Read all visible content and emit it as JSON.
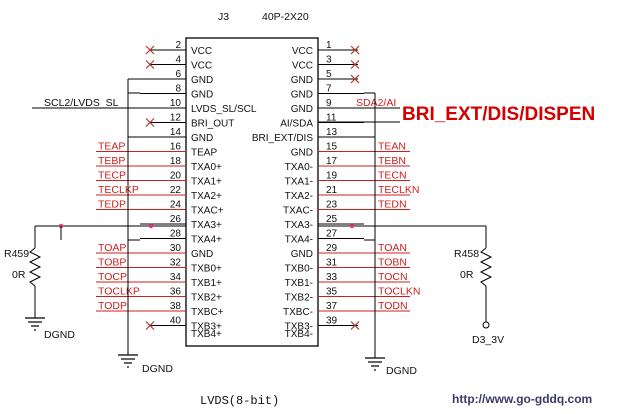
{
  "connector": {
    "ref": "J3",
    "part": "40P-2X20",
    "left_pins": [
      {
        "num": "2",
        "name": "VCC",
        "net": "",
        "nc": true
      },
      {
        "num": "4",
        "name": "VCC",
        "net": "",
        "nc": true
      },
      {
        "num": "6",
        "name": "GND",
        "net": "",
        "nc": false
      },
      {
        "num": "8",
        "name": "GND",
        "net": "",
        "nc": false
      },
      {
        "num": "10",
        "name": "LVDS_SL/SCL",
        "net": "SCL2/LVDS_SL",
        "nc": false
      },
      {
        "num": "12",
        "name": "BRI_OUT",
        "net": "",
        "nc": true
      },
      {
        "num": "14",
        "name": "GND",
        "net": "",
        "nc": false
      },
      {
        "num": "16",
        "name": "TEAP",
        "net": "TEAP",
        "nc": false
      },
      {
        "num": "18",
        "name": "TXA0+",
        "net": "TEBP",
        "nc": false
      },
      {
        "num": "20",
        "name": "TXA1+",
        "net": "TECP",
        "nc": false
      },
      {
        "num": "22",
        "name": "TXA2+",
        "net": "TECLKP",
        "nc": false
      },
      {
        "num": "24",
        "name": "TXAC+",
        "net": "TEDP",
        "nc": false
      },
      {
        "num": "26",
        "name": "TXA3+",
        "net": "",
        "nc": false
      },
      {
        "num": "28",
        "name": "TXA4+",
        "net": "",
        "nc": false
      },
      {
        "num": "30",
        "name": "GND",
        "net": "TOAP",
        "nc": false
      },
      {
        "num": "32",
        "name": "TXB0+",
        "net": "TOBP",
        "nc": false
      },
      {
        "num": "34",
        "name": "TXB1+",
        "net": "TOCP",
        "nc": false
      },
      {
        "num": "36",
        "name": "TXB2+",
        "net": "TOCLKP",
        "nc": false
      },
      {
        "num": "38",
        "name": "TXBC+",
        "net": "TODP",
        "nc": false
      },
      {
        "num": "40",
        "name": "TXB3+",
        "net": "",
        "nc": true
      }
    ],
    "extra_left_label": "TXB4+",
    "right_pins": [
      {
        "num": "1",
        "name": "VCC",
        "net": "",
        "nc": true
      },
      {
        "num": "3",
        "name": "VCC",
        "net": "",
        "nc": true
      },
      {
        "num": "5",
        "name": "GND",
        "net": "",
        "nc": true
      },
      {
        "num": "7",
        "name": "GND",
        "net": "",
        "nc": false
      },
      {
        "num": "9",
        "name": "GND",
        "net": "SDA2/AI",
        "nc": false
      },
      {
        "num": "11",
        "name": "AI/SDA",
        "net": "",
        "nc": false
      },
      {
        "num": "13",
        "name": "BRI_EXT/DIS",
        "net": "",
        "nc": false
      },
      {
        "num": "15",
        "name": "GND",
        "net": "TEAN",
        "nc": false
      },
      {
        "num": "17",
        "name": "TXA0-",
        "net": "TEBN",
        "nc": false
      },
      {
        "num": "19",
        "name": "TXA1-",
        "net": "TECN",
        "nc": false
      },
      {
        "num": "21",
        "name": "TXA2-",
        "net": "TECLKN",
        "nc": false
      },
      {
        "num": "23",
        "name": "TXAC-",
        "net": "TEDN",
        "nc": false
      },
      {
        "num": "25",
        "name": "TXA3-",
        "net": "",
        "nc": false
      },
      {
        "num": "27",
        "name": "TXA4-",
        "net": "",
        "nc": false
      },
      {
        "num": "29",
        "name": "GND",
        "net": "TOAN",
        "nc": false
      },
      {
        "num": "31",
        "name": "TXB0-",
        "net": "TOBN",
        "nc": false
      },
      {
        "num": "33",
        "name": "TXB1-",
        "net": "TOCN",
        "nc": false
      },
      {
        "num": "35",
        "name": "TXB2-",
        "net": "TOCLKN",
        "nc": false
      },
      {
        "num": "37",
        "name": "TXBC-",
        "net": "TODN",
        "nc": false
      },
      {
        "num": "39",
        "name": "TXB3-",
        "net": "",
        "nc": true
      }
    ],
    "extra_right_label": "TXB4-"
  },
  "resistors": [
    {
      "ref": "R459",
      "value": "0R"
    },
    {
      "ref": "R458",
      "value": "0R"
    }
  ],
  "grounds": [
    "DGND",
    "DGND",
    "DGND"
  ],
  "power": "D3_3V",
  "callout": "BRI_EXT/DIS/DISPEN",
  "caption": "LVDS(8-bit)",
  "watermark": "http://www.go-gddq.com"
}
